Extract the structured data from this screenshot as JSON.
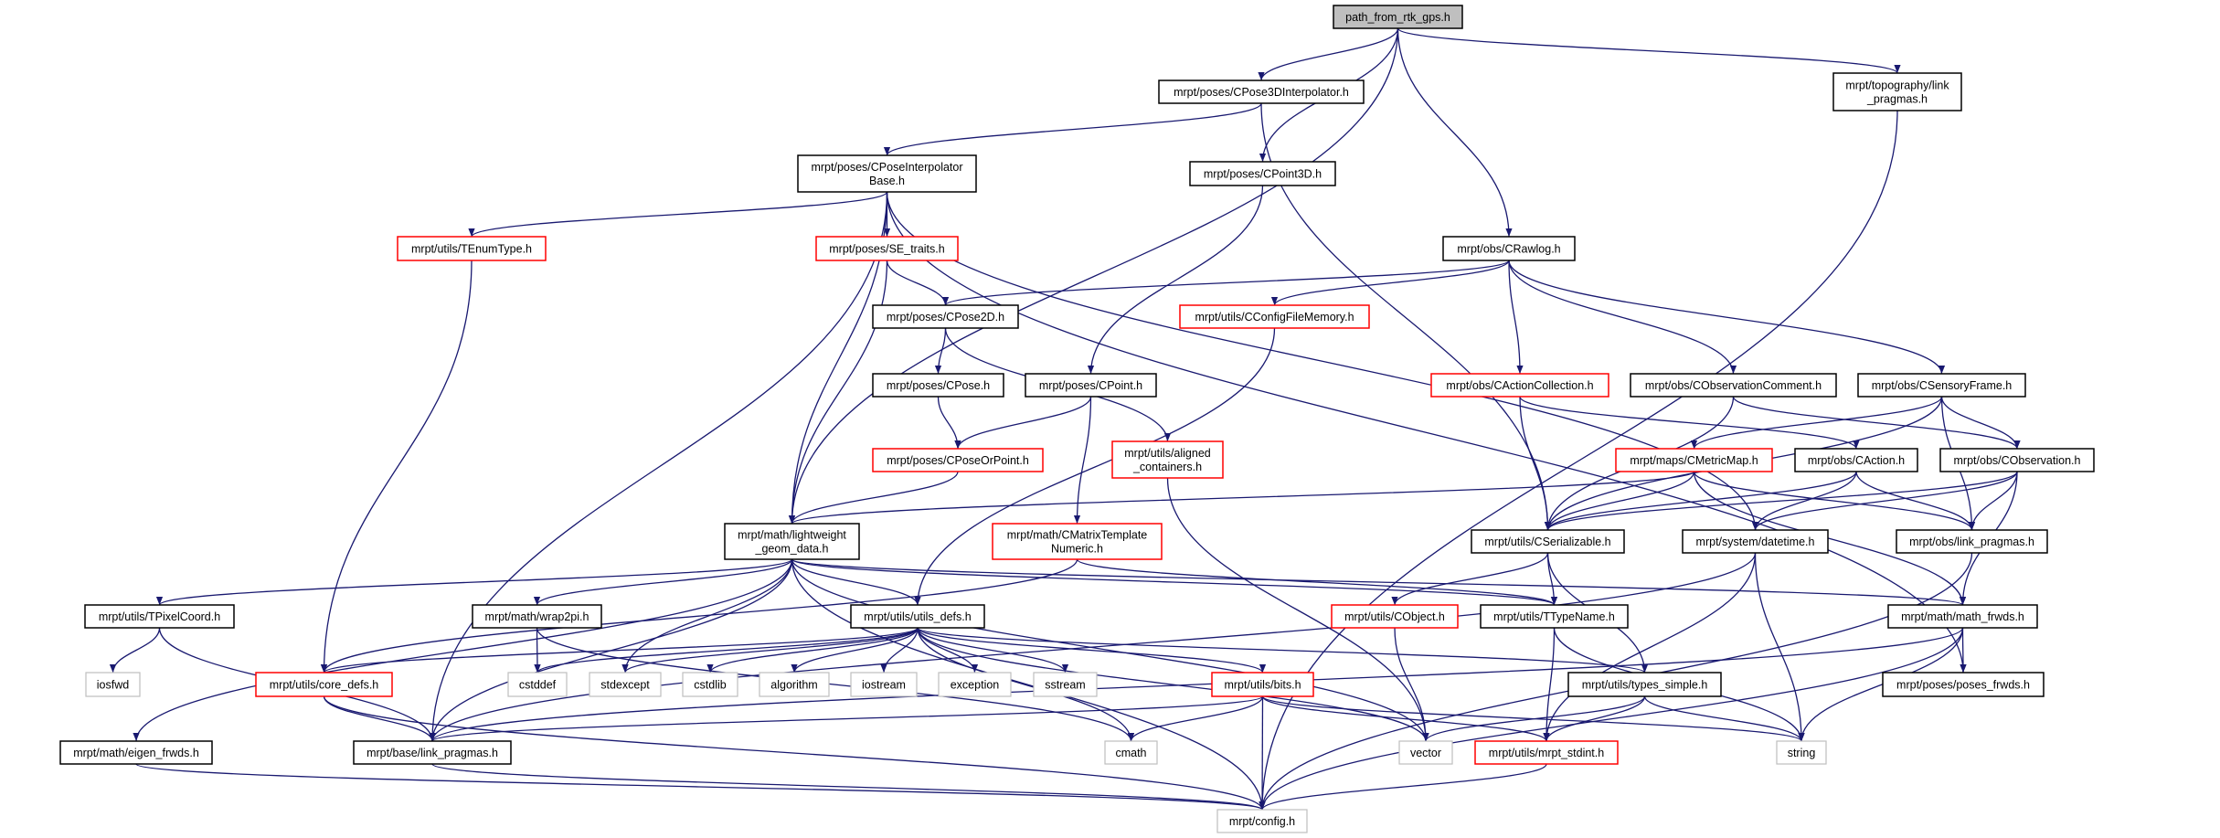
{
  "title": "path_from_rtk_gps.h",
  "colors": {
    "edge": "#191970",
    "normal_border": "#000000",
    "red_border": "#ff0000",
    "external_border": "#bfbfbf",
    "root_fill": "#bfbfbf",
    "fill": "#ffffff"
  },
  "nodes": [
    {
      "id": "root",
      "kind": "root",
      "lines": [
        "path_from_rtk_gps.h"
      ]
    },
    {
      "id": "cpose3dinterp",
      "kind": "normal",
      "lines": [
        "mrpt/poses/CPose3DInterpolator.h"
      ]
    },
    {
      "id": "topo_lp",
      "kind": "normal",
      "lines": [
        "mrpt/topography/link",
        "_pragmas.h"
      ]
    },
    {
      "id": "cposeinterpbase",
      "kind": "normal",
      "lines": [
        "mrpt/poses/CPoseInterpolator",
        "Base.h"
      ]
    },
    {
      "id": "cpoint3d",
      "kind": "normal",
      "lines": [
        "mrpt/poses/CPoint3D.h"
      ]
    },
    {
      "id": "tenumtype",
      "kind": "red",
      "lines": [
        "mrpt/utils/TEnumType.h"
      ]
    },
    {
      "id": "se_traits",
      "kind": "red",
      "lines": [
        "mrpt/poses/SE_traits.h"
      ]
    },
    {
      "id": "crawlog",
      "kind": "normal",
      "lines": [
        "mrpt/obs/CRawlog.h"
      ]
    },
    {
      "id": "cpose2d",
      "kind": "normal",
      "lines": [
        "mrpt/poses/CPose2D.h"
      ]
    },
    {
      "id": "cconfigfilememory",
      "kind": "red",
      "lines": [
        "mrpt/utils/CConfigFileMemory.h"
      ]
    },
    {
      "id": "cpose",
      "kind": "normal",
      "lines": [
        "mrpt/poses/CPose.h"
      ]
    },
    {
      "id": "cpoint",
      "kind": "normal",
      "lines": [
        "mrpt/poses/CPoint.h"
      ]
    },
    {
      "id": "cactioncollection",
      "kind": "red",
      "lines": [
        "mrpt/obs/CActionCollection.h"
      ]
    },
    {
      "id": "cobservationcomment",
      "kind": "normal",
      "lines": [
        "mrpt/obs/CObservationComment.h"
      ]
    },
    {
      "id": "csensoryframe",
      "kind": "normal",
      "lines": [
        "mrpt/obs/CSensoryFrame.h"
      ]
    },
    {
      "id": "cposeorpoint",
      "kind": "red",
      "lines": [
        "mrpt/poses/CPoseOrPoint.h"
      ]
    },
    {
      "id": "aligned",
      "kind": "red",
      "lines": [
        "mrpt/utils/aligned",
        "_containers.h"
      ]
    },
    {
      "id": "cmatrix",
      "kind": "red",
      "lines": [
        "mrpt/math/CMatrixTemplate",
        "Numeric.h"
      ]
    },
    {
      "id": "cmetricmap",
      "kind": "red",
      "lines": [
        "mrpt/maps/CMetricMap.h"
      ]
    },
    {
      "id": "caction",
      "kind": "normal",
      "lines": [
        "mrpt/obs/CAction.h"
      ]
    },
    {
      "id": "cobservation",
      "kind": "normal",
      "lines": [
        "mrpt/obs/CObservation.h"
      ]
    },
    {
      "id": "lightweight",
      "kind": "normal",
      "lines": [
        "mrpt/math/lightweight",
        "_geom_data.h"
      ]
    },
    {
      "id": "cserializable",
      "kind": "normal",
      "lines": [
        "mrpt/utils/CSerializable.h"
      ]
    },
    {
      "id": "datetime",
      "kind": "normal",
      "lines": [
        "mrpt/system/datetime.h"
      ]
    },
    {
      "id": "obs_lp",
      "kind": "normal",
      "lines": [
        "mrpt/obs/link_pragmas.h"
      ]
    },
    {
      "id": "tpixelcoord",
      "kind": "normal",
      "lines": [
        "mrpt/utils/TPixelCoord.h"
      ]
    },
    {
      "id": "wrap2pi",
      "kind": "normal",
      "lines": [
        "mrpt/math/wrap2pi.h"
      ]
    },
    {
      "id": "utils_defs",
      "kind": "normal",
      "lines": [
        "mrpt/utils/utils_defs.h"
      ]
    },
    {
      "id": "cobject",
      "kind": "red",
      "lines": [
        "mrpt/utils/CObject.h"
      ]
    },
    {
      "id": "ttypename",
      "kind": "normal",
      "lines": [
        "mrpt/utils/TTypeName.h"
      ]
    },
    {
      "id": "math_frwds",
      "kind": "normal",
      "lines": [
        "mrpt/math/math_frwds.h"
      ]
    },
    {
      "id": "iosfwd",
      "kind": "external",
      "lines": [
        "iosfwd"
      ]
    },
    {
      "id": "core_defs",
      "kind": "red",
      "lines": [
        "mrpt/utils/core_defs.h"
      ]
    },
    {
      "id": "cstddef",
      "kind": "external",
      "lines": [
        "cstddef"
      ]
    },
    {
      "id": "stdexcept",
      "kind": "external",
      "lines": [
        "stdexcept"
      ]
    },
    {
      "id": "cstdlib",
      "kind": "external",
      "lines": [
        "cstdlib"
      ]
    },
    {
      "id": "algorithm",
      "kind": "external",
      "lines": [
        "algorithm"
      ]
    },
    {
      "id": "iostream",
      "kind": "external",
      "lines": [
        "iostream"
      ]
    },
    {
      "id": "exception",
      "kind": "external",
      "lines": [
        "exception"
      ]
    },
    {
      "id": "sstream",
      "kind": "external",
      "lines": [
        "sstream"
      ]
    },
    {
      "id": "bits",
      "kind": "red",
      "lines": [
        "mrpt/utils/bits.h"
      ]
    },
    {
      "id": "types_simple",
      "kind": "normal",
      "lines": [
        "mrpt/utils/types_simple.h"
      ]
    },
    {
      "id": "poses_frwds",
      "kind": "normal",
      "lines": [
        "mrpt/poses/poses_frwds.h"
      ]
    },
    {
      "id": "eigen_frwds",
      "kind": "normal",
      "lines": [
        "mrpt/math/eigen_frwds.h"
      ]
    },
    {
      "id": "base_lp",
      "kind": "normal",
      "lines": [
        "mrpt/base/link_pragmas.h"
      ]
    },
    {
      "id": "cmath",
      "kind": "external",
      "lines": [
        "cmath"
      ]
    },
    {
      "id": "vector",
      "kind": "external",
      "lines": [
        "vector"
      ]
    },
    {
      "id": "mrpt_stdint",
      "kind": "red",
      "lines": [
        "mrpt/utils/mrpt_stdint.h"
      ]
    },
    {
      "id": "string",
      "kind": "external",
      "lines": [
        "string"
      ]
    },
    {
      "id": "config",
      "kind": "external",
      "lines": [
        "mrpt/config.h"
      ]
    }
  ],
  "edges": [
    [
      "root",
      "cpose3dinterp"
    ],
    [
      "root",
      "cpoint3d"
    ],
    [
      "root",
      "crawlog"
    ],
    [
      "root",
      "topo_lp"
    ],
    [
      "root",
      "lightweight"
    ],
    [
      "cpose3dinterp",
      "cposeinterpbase"
    ],
    [
      "cpose3dinterp",
      "cserializable"
    ],
    [
      "topo_lp",
      "config"
    ],
    [
      "cposeinterpbase",
      "base_lp"
    ],
    [
      "cposeinterpbase",
      "tenumtype"
    ],
    [
      "cposeinterpbase",
      "se_traits"
    ],
    [
      "cposeinterpbase",
      "lightweight"
    ],
    [
      "cposeinterpbase",
      "datetime"
    ],
    [
      "cposeinterpbase",
      "poses_frwds"
    ],
    [
      "cpoint3d",
      "cpoint"
    ],
    [
      "tenumtype",
      "core_defs"
    ],
    [
      "se_traits",
      "cpose2d"
    ],
    [
      "se_traits",
      "lightweight"
    ],
    [
      "crawlog",
      "cpose2d"
    ],
    [
      "crawlog",
      "cconfigfilememory"
    ],
    [
      "crawlog",
      "cactioncollection"
    ],
    [
      "crawlog",
      "cobservationcomment"
    ],
    [
      "crawlog",
      "csensoryframe"
    ],
    [
      "cpose2d",
      "cpose"
    ],
    [
      "cpose2d",
      "aligned"
    ],
    [
      "cpose",
      "cposeorpoint"
    ],
    [
      "cpoint",
      "cposeorpoint"
    ],
    [
      "cpoint",
      "cmatrix"
    ],
    [
      "cconfigfilememory",
      "utils_defs"
    ],
    [
      "cposeorpoint",
      "lightweight"
    ],
    [
      "cactioncollection",
      "cserializable"
    ],
    [
      "cactioncollection",
      "caction"
    ],
    [
      "cobservationcomment",
      "cserializable"
    ],
    [
      "cobservationcomment",
      "cobservation"
    ],
    [
      "csensoryframe",
      "cserializable"
    ],
    [
      "csensoryframe",
      "cmetricmap"
    ],
    [
      "csensoryframe",
      "cobservation"
    ],
    [
      "csensoryframe",
      "obs_lp"
    ],
    [
      "aligned",
      "vector"
    ],
    [
      "cmatrix",
      "core_defs"
    ],
    [
      "cmatrix",
      "ttypename"
    ],
    [
      "cmetricmap",
      "lightweight"
    ],
    [
      "cmetricmap",
      "cserializable"
    ],
    [
      "cmetricmap",
      "obs_lp"
    ],
    [
      "cmetricmap",
      "math_frwds"
    ],
    [
      "caction",
      "cserializable"
    ],
    [
      "caction",
      "datetime"
    ],
    [
      "caction",
      "obs_lp"
    ],
    [
      "cobservation",
      "cserializable"
    ],
    [
      "cobservation",
      "datetime"
    ],
    [
      "cobservation",
      "obs_lp"
    ],
    [
      "cobservation",
      "math_frwds"
    ],
    [
      "lightweight",
      "tpixelcoord"
    ],
    [
      "lightweight",
      "wrap2pi"
    ],
    [
      "lightweight",
      "utils_defs"
    ],
    [
      "lightweight",
      "stdexcept"
    ],
    [
      "lightweight",
      "base_lp"
    ],
    [
      "lightweight",
      "eigen_frwds"
    ],
    [
      "lightweight",
      "config"
    ],
    [
      "lightweight",
      "ttypename"
    ],
    [
      "lightweight",
      "math_frwds"
    ],
    [
      "lightweight",
      "vector"
    ],
    [
      "cserializable",
      "cobject"
    ],
    [
      "cserializable",
      "ttypename"
    ],
    [
      "cserializable",
      "types_simple"
    ],
    [
      "datetime",
      "string"
    ],
    [
      "datetime",
      "mrpt_stdint"
    ],
    [
      "datetime",
      "base_lp"
    ],
    [
      "obs_lp",
      "config"
    ],
    [
      "tpixelcoord",
      "iosfwd"
    ],
    [
      "tpixelcoord",
      "base_lp"
    ],
    [
      "wrap2pi",
      "cstddef"
    ],
    [
      "wrap2pi",
      "cmath"
    ],
    [
      "utils_defs",
      "core_defs"
    ],
    [
      "utils_defs",
      "cstddef"
    ],
    [
      "utils_defs",
      "stdexcept"
    ],
    [
      "utils_defs",
      "cstdlib"
    ],
    [
      "utils_defs",
      "algorithm"
    ],
    [
      "utils_defs",
      "iostream"
    ],
    [
      "utils_defs",
      "exception"
    ],
    [
      "utils_defs",
      "sstream"
    ],
    [
      "utils_defs",
      "bits"
    ],
    [
      "utils_defs",
      "cmath"
    ],
    [
      "utils_defs",
      "vector"
    ],
    [
      "utils_defs",
      "types_simple"
    ],
    [
      "cobject",
      "vector"
    ],
    [
      "ttypename",
      "mrpt_stdint"
    ],
    [
      "ttypename",
      "string"
    ],
    [
      "math_frwds",
      "poses_frwds"
    ],
    [
      "math_frwds",
      "base_lp"
    ],
    [
      "math_frwds",
      "string"
    ],
    [
      "math_frwds",
      "config"
    ],
    [
      "core_defs",
      "base_lp"
    ],
    [
      "core_defs",
      "config"
    ],
    [
      "bits",
      "base_lp"
    ],
    [
      "bits",
      "cmath"
    ],
    [
      "bits",
      "config"
    ],
    [
      "bits",
      "mrpt_stdint"
    ],
    [
      "bits",
      "string"
    ],
    [
      "types_simple",
      "vector"
    ],
    [
      "types_simple",
      "mrpt_stdint"
    ],
    [
      "types_simple",
      "string"
    ],
    [
      "eigen_frwds",
      "config"
    ],
    [
      "base_lp",
      "config"
    ],
    [
      "mrpt_stdint",
      "config"
    ]
  ]
}
